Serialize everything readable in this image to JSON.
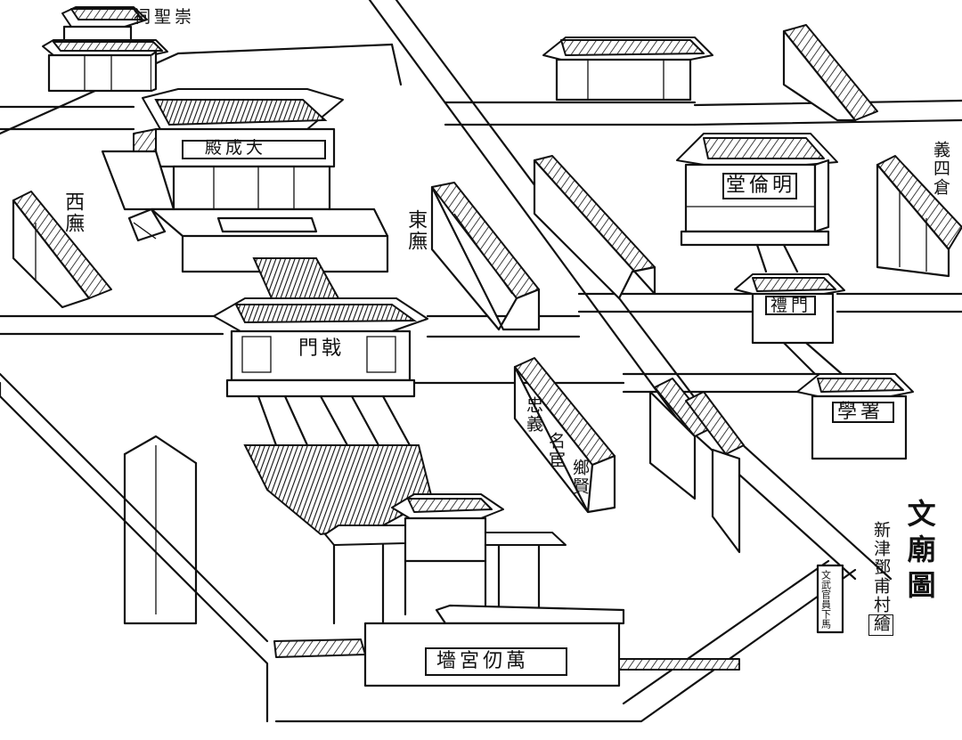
{
  "labels": {
    "chongsheng_ci": "祠聖崇",
    "dacheng_dian": "殿成大",
    "xi_wu": "西廡",
    "dong_wu": "東廡",
    "ji_men": "門戟",
    "minglun_tang": "堂倫明",
    "yi_cang": "義四倉",
    "li_men": "禮門",
    "xue_shu": "學署",
    "zhongyi": "忠義",
    "minghuan": "名宦",
    "xiangxian": "鄉賢",
    "wanren_gongqiang": "墻宮仞萬",
    "xiama_bei": "文武官員下馬",
    "title": "文廟圖",
    "author": "新津鄧甫村繪"
  }
}
